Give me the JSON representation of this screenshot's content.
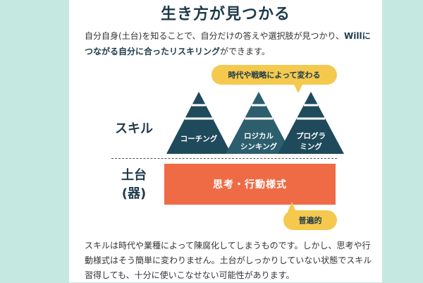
{
  "header": {
    "title": "生き方が見つかる"
  },
  "intro": {
    "part1": "自分自身(土台)を知ることで、自分だけの答えや選択肢が見つかり、",
    "bold1": "Willにつながる自分に合ったリスキリング",
    "part2": "ができます。"
  },
  "diagram": {
    "bubble_top": "時代や戦略によって変わる",
    "bubble_bottom": "普遍的",
    "label_skill": "スキル",
    "label_base_line1": "土台",
    "label_base_line2": "(器)",
    "pyramids": [
      {
        "line1": "コーチング",
        "line2": "",
        "color": "#1f4a5c"
      },
      {
        "line1": "ロジカル",
        "line2": "シンキング",
        "color": "#2d5e6e"
      },
      {
        "line1": "プログラ",
        "line2": "ミング",
        "color": "#1f4a5c"
      }
    ],
    "foundation": "思考・行動様式",
    "foundation_color": "#ef6b46"
  },
  "outro": {
    "text": "スキルは時代や業種によって陳腐化してしまうものです。しかし、思考や行動様式はそう簡単に変わりません。土台がしっかりしていない状態でスキル習得しても、十分に使いこなせない可能性があります。"
  },
  "colors": {
    "background": "#c5e9e0",
    "bubble": "#f4c94e",
    "text": "#1f3a4a"
  }
}
